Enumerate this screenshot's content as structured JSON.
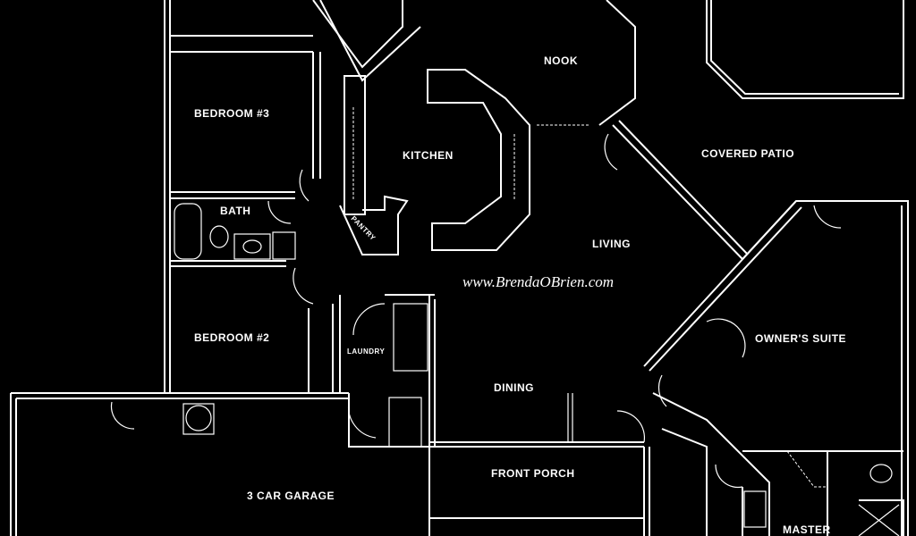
{
  "colors": {
    "background": "#000000",
    "lines": "#ffffff"
  },
  "rooms": {
    "nook": "NOOK",
    "bedroom3": "BEDROOM #3",
    "kitchen": "KITCHEN",
    "pantry": "PANTRY",
    "bath": "BATH",
    "covered_patio": "COVERED PATIO",
    "living": "LIVING",
    "bedroom2": "BEDROOM #2",
    "laundry": "LAUNDRY",
    "owners_suite": "OWNER'S SUITE",
    "dining": "DINING",
    "front_porch": "FRONT PORCH",
    "garage": "3 CAR GARAGE",
    "master": "MASTER"
  },
  "watermark": "www.BrendaOBrien.com"
}
